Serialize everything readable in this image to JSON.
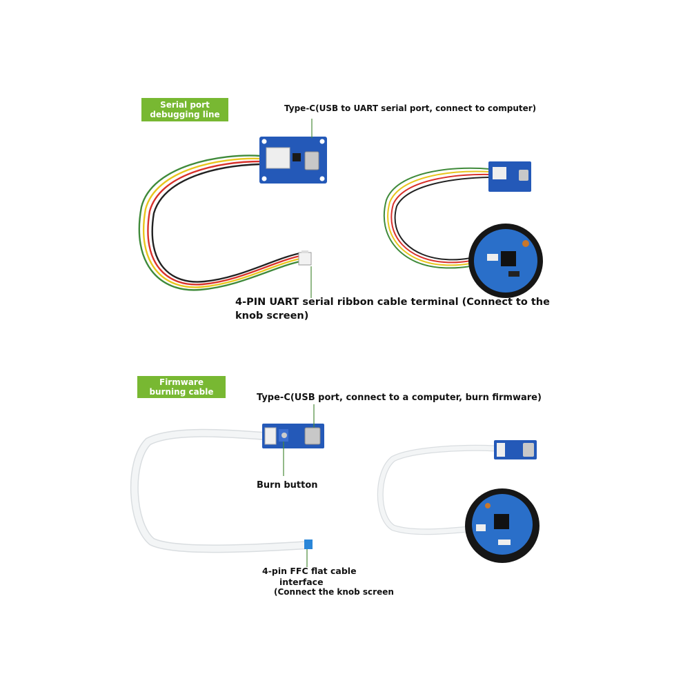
{
  "section_serial": {
    "tag_line1": "Serial port",
    "tag_line2": "debugging line",
    "typec_label": "Type-C(USB to UART serial port, connect to computer)",
    "terminal_line1": "4-PIN UART serial ribbon cable terminal (Connect to the",
    "terminal_line2": "knob screen)"
  },
  "section_firmware": {
    "tag_line1": "Firmware",
    "tag_line2": "burning cable",
    "typec_label": "Type-C(USB port, connect to a computer, burn firmware)",
    "burn_label": "Burn button",
    "ffc_line1": "4-pin FFC flat cable",
    "ffc_line2": "interface",
    "ffc_line3": "(Connect the knob screen"
  },
  "colors": {
    "tag_green": "#78b832",
    "pcb_blue": "#2459b8",
    "wire_red": "#d8312b",
    "wire_yellow": "#e8c51c",
    "wire_green": "#3f8a3a",
    "wire_black": "#222222"
  }
}
